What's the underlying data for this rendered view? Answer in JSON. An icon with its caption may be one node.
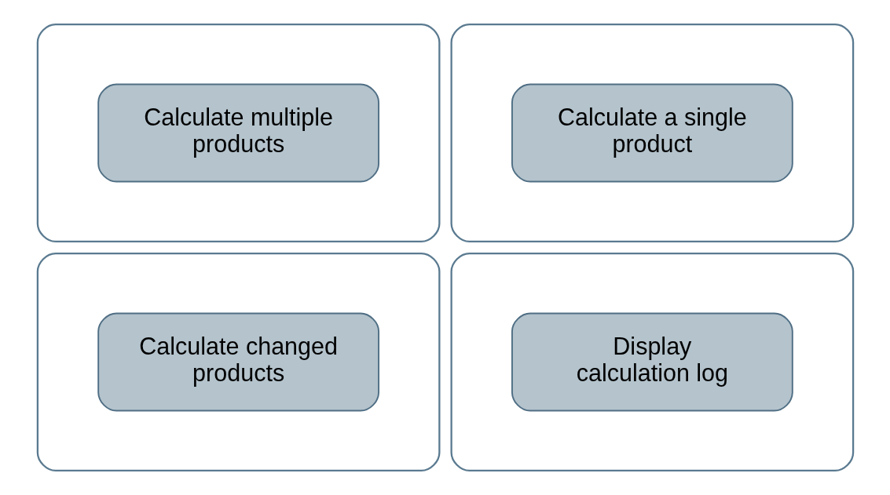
{
  "diagram": {
    "nodes": [
      {
        "text": [],
        "shape": "box"
      },
      {
        "text": [
          "Calculate multiple products"
        ],
        "in": 0
      },
      {
        "text": [],
        "shape": "box"
      },
      {
        "text": [
          "Calculate a single product"
        ],
        "in": 2
      },
      {
        "text": [],
        "shape": "box"
      },
      {
        "text": [
          "Calculate changed products"
        ],
        "in": 4
      },
      {
        "text": [],
        "shape": "box"
      },
      {
        "text": [
          "Display calculation log"
        ],
        "in": 6
      }
    ],
    "edges": []
  }
}
